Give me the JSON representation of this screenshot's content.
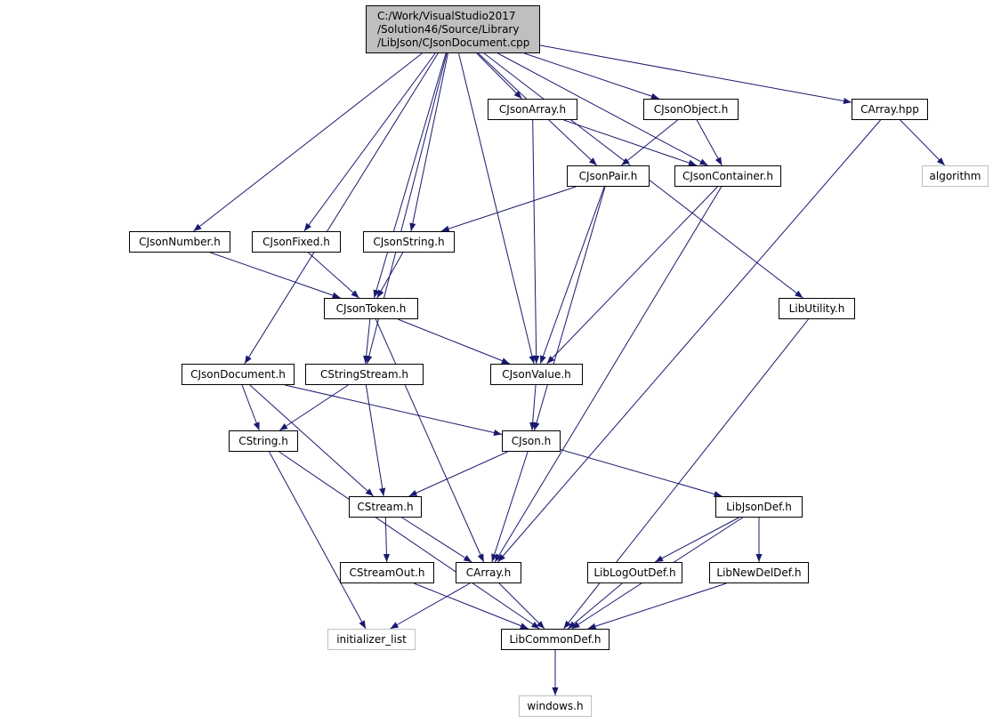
{
  "root": {
    "label": "C:/Work/VisualStudio2017\n/Solution46/Source/Library\n/LibJson/CJsonDocument.cpp"
  },
  "nodes": {
    "CJsonArray": "CJsonArray.h",
    "CJsonObject": "CJsonObject.h",
    "CArrayHpp": "CArray.hpp",
    "algorithm": "algorithm",
    "CJsonPair": "CJsonPair.h",
    "CJsonContainer": "CJsonContainer.h",
    "CJsonNumber": "CJsonNumber.h",
    "CJsonFixed": "CJsonFixed.h",
    "CJsonString": "CJsonString.h",
    "CJsonToken": "CJsonToken.h",
    "LibUtility": "LibUtility.h",
    "CJsonDocumentH": "CJsonDocument.h",
    "CStringStream": "CStringStream.h",
    "CJsonValue": "CJsonValue.h",
    "CString": "CString.h",
    "CJson": "CJson.h",
    "CStream": "CStream.h",
    "LibJsonDef": "LibJsonDef.h",
    "CStreamOut": "CStreamOut.h",
    "CArrayH": "CArray.h",
    "LibLogOutDef": "LibLogOutDef.h",
    "LibNewDelDef": "LibNewDelDef.h",
    "initializer_list": "initializer_list",
    "LibCommonDef": "LibCommonDef.h",
    "windows": "windows.h"
  },
  "edges": [
    [
      "root",
      "CJsonArray"
    ],
    [
      "root",
      "CJsonObject"
    ],
    [
      "root",
      "CArrayHpp"
    ],
    [
      "root",
      "CJsonPair"
    ],
    [
      "root",
      "CJsonContainer"
    ],
    [
      "root",
      "CJsonNumber"
    ],
    [
      "root",
      "CJsonFixed"
    ],
    [
      "root",
      "CJsonString"
    ],
    [
      "root",
      "CJsonToken"
    ],
    [
      "root",
      "LibUtility"
    ],
    [
      "root",
      "CJsonDocumentH"
    ],
    [
      "root",
      "CStringStream"
    ],
    [
      "root",
      "CJsonValue"
    ],
    [
      "CJsonArray",
      "CJsonContainer"
    ],
    [
      "CJsonArray",
      "CJsonValue"
    ],
    [
      "CJsonObject",
      "CJsonPair"
    ],
    [
      "CJsonObject",
      "CJsonContainer"
    ],
    [
      "CArrayHpp",
      "algorithm"
    ],
    [
      "CArrayHpp",
      "CArrayH"
    ],
    [
      "CJsonPair",
      "CJsonString"
    ],
    [
      "CJsonPair",
      "CJsonValue"
    ],
    [
      "CJsonPair",
      "CJson"
    ],
    [
      "CJsonContainer",
      "CJsonValue"
    ],
    [
      "CJsonContainer",
      "CArrayH"
    ],
    [
      "CJsonNumber",
      "CJsonToken"
    ],
    [
      "CJsonFixed",
      "CJsonToken"
    ],
    [
      "CJsonString",
      "CJsonToken"
    ],
    [
      "CJsonToken",
      "CStringStream"
    ],
    [
      "CJsonToken",
      "CJsonValue"
    ],
    [
      "CJsonToken",
      "CArrayH"
    ],
    [
      "LibUtility",
      "LibCommonDef"
    ],
    [
      "CJsonDocumentH",
      "CString"
    ],
    [
      "CJsonDocumentH",
      "CJson"
    ],
    [
      "CJsonDocumentH",
      "CStream"
    ],
    [
      "CStringStream",
      "CString"
    ],
    [
      "CStringStream",
      "CStream"
    ],
    [
      "CJsonValue",
      "CJson"
    ],
    [
      "CString",
      "initializer_list"
    ],
    [
      "CString",
      "LibCommonDef"
    ],
    [
      "CJson",
      "CStream"
    ],
    [
      "CJson",
      "LibJsonDef"
    ],
    [
      "CJson",
      "CArrayH"
    ],
    [
      "CStream",
      "CStreamOut"
    ],
    [
      "CStream",
      "CArrayH"
    ],
    [
      "LibJsonDef",
      "LibLogOutDef"
    ],
    [
      "LibJsonDef",
      "LibNewDelDef"
    ],
    [
      "LibJsonDef",
      "LibCommonDef"
    ],
    [
      "CStreamOut",
      "LibCommonDef"
    ],
    [
      "CArrayH",
      "initializer_list"
    ],
    [
      "CArrayH",
      "LibCommonDef"
    ],
    [
      "LibLogOutDef",
      "LibCommonDef"
    ],
    [
      "LibNewDelDef",
      "LibCommonDef"
    ],
    [
      "LibCommonDef",
      "windows"
    ]
  ],
  "colors": {
    "edge": "#191970",
    "border": "#000000",
    "external_border": "#bfbfbf",
    "root_fill": "#bfbfbf"
  }
}
